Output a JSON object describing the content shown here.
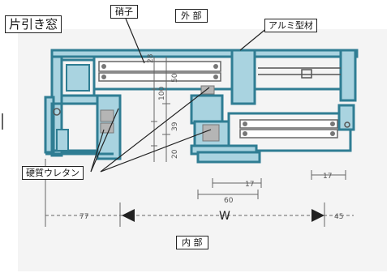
{
  "title": "片引き窓",
  "labels": {
    "glass": "硝子",
    "outside": "外 部",
    "aluminum": "アルミ型材",
    "urethane": "硬質ウレタン",
    "inside": "内 部"
  },
  "dimensions": {
    "d28": "28",
    "d50": "50",
    "d100": "100",
    "d39": "39",
    "d20": "20",
    "d17a": "17",
    "d17b": "17",
    "d60": "60",
    "d77": "77",
    "w": "W",
    "d45": "45"
  },
  "colors": {
    "frame": "#2f7d93",
    "frame_light": "#a9d3e0",
    "foam": "#b5b5b5",
    "paper": "#f4f4f4",
    "line": "#444444"
  }
}
